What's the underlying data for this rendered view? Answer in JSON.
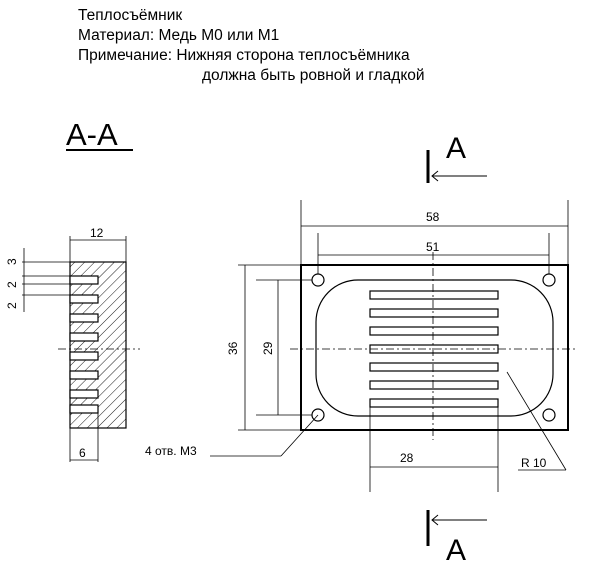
{
  "notes": {
    "title": "Теплосъёмник",
    "material": "Материал: Медь М0 или М1",
    "note_line1": "Примечание: Нижняя сторона теплосъёмника",
    "note_line2": "должна быть ровной и гладкой"
  },
  "section": {
    "label": "A-A",
    "marker_top": "A",
    "marker_bottom": "A"
  },
  "dimensions": {
    "section_width": "12",
    "section_dim_3": "3",
    "section_dim_2a": "2",
    "section_dim_2b": "2",
    "section_bottom": "6",
    "overall_width": "58",
    "hole_spacing": "51",
    "overall_height": "36",
    "hole_spacing_v": "29",
    "fins_width": "28",
    "radius": "R 10",
    "holes_callout": "4 отв. М3"
  },
  "colors": {
    "line": "#000000",
    "background": "#ffffff"
  }
}
